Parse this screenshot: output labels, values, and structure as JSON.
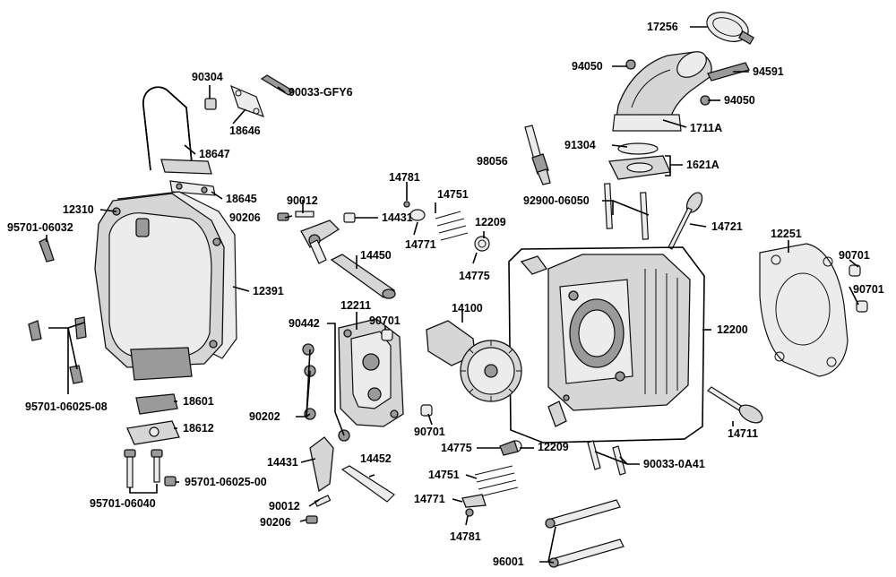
{
  "diagram": {
    "labels": {
      "p17256": "17256",
      "p94050a": "94050",
      "p94591": "94591",
      "p94050b": "94050",
      "p1711A": "1711A",
      "p91304": "91304",
      "p1621A": "1621A",
      "p98056": "98056",
      "p92900": "92900-06050",
      "p14721": "14721",
      "p12251": "12251",
      "p90701a": "90701",
      "p90701b": "90701",
      "p90304": "90304",
      "p90033gfy6": "90033-GFY6",
      "p18646": "18646",
      "p18647": "18647",
      "p18645": "18645",
      "p12310": "12310",
      "p95701_06032": "95701-06032",
      "p12391": "12391",
      "p90012a": "90012",
      "p90206a": "90206",
      "p14431a": "14431",
      "p14781a": "14781",
      "p14751a": "14751",
      "p12209a": "12209",
      "p14771a": "14771",
      "p14775a": "14775",
      "p14450": "14450",
      "p12211": "12211",
      "p90442": "90442",
      "p90701c": "90701",
      "p14100": "14100",
      "p12200": "12200",
      "p95701_06025_08": "95701-06025-08",
      "p18601": "18601",
      "p18612": "18612",
      "p90202": "90202",
      "p90701d": "90701",
      "p14711": "14711",
      "p14775b": "14775",
      "p12209b": "12209",
      "p90033_0A41": "90033-0A41",
      "p14431b": "14431",
      "p14452": "14452",
      "p14751b": "14751",
      "p95701_06025_00": "95701-06025-00",
      "p95701_06040": "95701-06040",
      "p90012b": "90012",
      "p90206b": "90206",
      "p14771b": "14771",
      "p14781b": "14781",
      "p96001": "96001"
    }
  }
}
